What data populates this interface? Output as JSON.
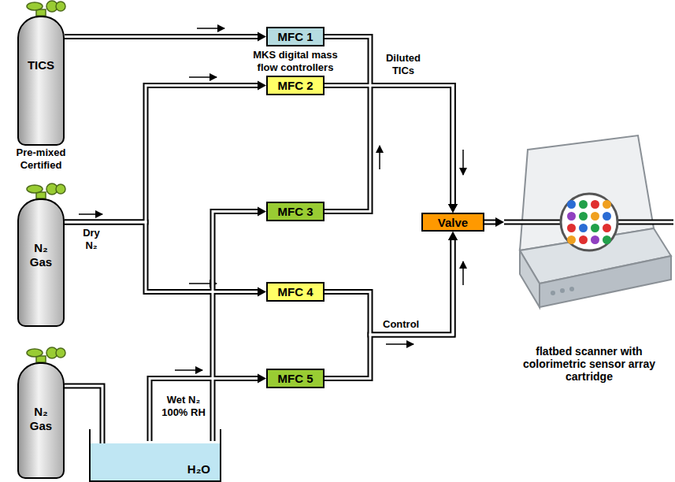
{
  "diagram": {
    "nodes": [
      {
        "text": [
          "TICS",
          "Pre-mixed Certified"
        ]
      },
      {
        "text": [
          "N₂ Gas"
        ]
      },
      {
        "text": [
          "N₂ Gas"
        ]
      },
      {
        "text": [
          "H₂O"
        ]
      },
      {
        "text": [
          "MFC 1"
        ]
      },
      {
        "text": [
          "MFC 2"
        ]
      },
      {
        "text": [
          "MFC 3"
        ]
      },
      {
        "text": [
          "MFC 4"
        ]
      },
      {
        "text": [
          "MFC 5"
        ]
      },
      {
        "text": [
          "Valve"
        ]
      },
      {
        "text": [
          "flatbed scanner with colorimetric sensor array cartridge"
        ]
      }
    ],
    "edges": [
      {
        "from": 0,
        "to": 4,
        "arrow": "to"
      },
      {
        "from": 1,
        "to": 5,
        "arrow": "to"
      },
      {
        "from": 1,
        "to": 7,
        "arrow": "to"
      },
      {
        "from": 2,
        "to": 3,
        "arrow": "none"
      },
      {
        "from": 3,
        "to": 6,
        "arrow": "to"
      },
      {
        "from": 3,
        "to": 8,
        "arrow": "to"
      },
      {
        "from": 4,
        "to": 9,
        "arrow": "to"
      },
      {
        "from": 5,
        "to": 9,
        "arrow": "to"
      },
      {
        "from": 6,
        "to": 9,
        "arrow": "to"
      },
      {
        "from": 7,
        "to": 9,
        "arrow": "to"
      },
      {
        "from": 8,
        "to": 9,
        "arrow": "to"
      },
      {
        "from": 9,
        "to": 10,
        "arrow": "to"
      }
    ],
    "labels": [
      "MKS digital mass flow controllers",
      "Diluted TICs",
      "Dry N₂",
      "Wet N₂ 100% RH",
      "Control"
    ]
  }
}
